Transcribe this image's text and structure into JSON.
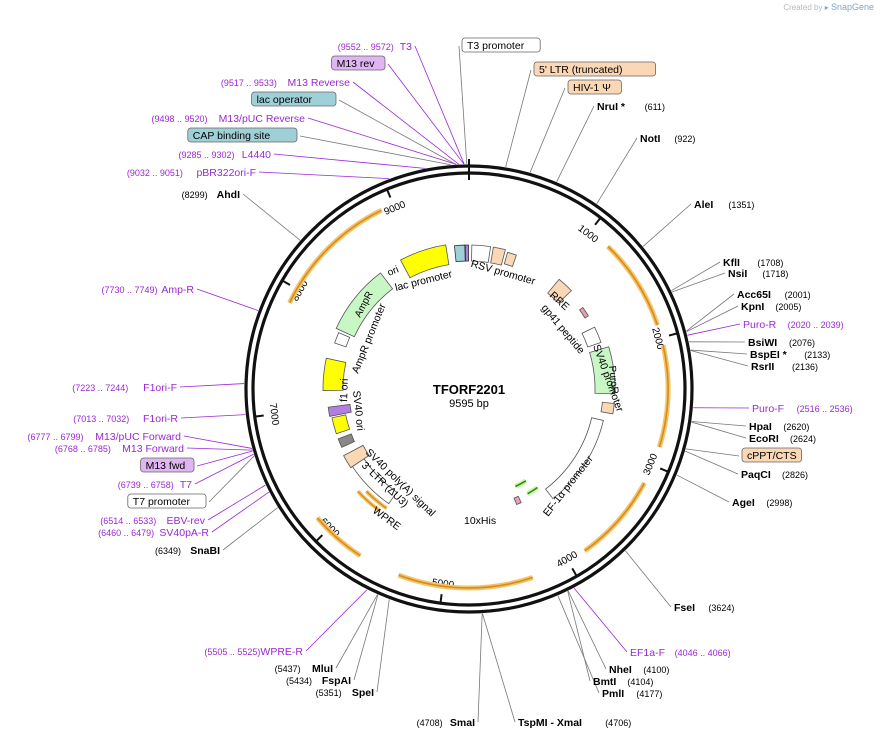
{
  "credit": {
    "prefix": "Created by",
    "brand": "SnapGene"
  },
  "plasmid": {
    "name": "TFORF2201",
    "length_label": "9595 bp",
    "length": 9595
  },
  "ticks": [
    "1000",
    "2000",
    "3000",
    "4000",
    "5000",
    "6000",
    "7000",
    "8000",
    "9000"
  ],
  "sites": [
    {
      "id": "t3",
      "label": "T3",
      "range": "(9552 .. 9572)",
      "pos": 9562,
      "color": "#9c27d4"
    },
    {
      "id": "m13rev",
      "label": "M13 rev",
      "pos": 9560,
      "color": "#9c27d4",
      "box": "#e0b6f2"
    },
    {
      "id": "m13reverse",
      "label": "M13 Reverse",
      "range": "(9517 .. 9533)",
      "pos": 9525,
      "color": "#9c27d4"
    },
    {
      "id": "lacop",
      "label": "lac operator",
      "pos": 9505,
      "color": "#000000",
      "box": "#9fd0d8"
    },
    {
      "id": "m13pucrev",
      "label": "M13/pUC Reverse",
      "range": "(9498 .. 9520)",
      "pos": 9509,
      "color": "#9c27d4"
    },
    {
      "id": "cap",
      "label": "CAP binding site",
      "pos": 9470,
      "color": "#000000",
      "box": "#9fd0d8"
    },
    {
      "id": "l4440",
      "label": "L4440",
      "range": "(9285 .. 9302)",
      "pos": 9293,
      "color": "#9c27d4"
    },
    {
      "id": "pbr322",
      "label": "pBR322ori-F",
      "range": "(9032 .. 9051)",
      "pos": 9041,
      "color": "#9c27d4"
    },
    {
      "id": "ahdi",
      "label": "AhdI",
      "range": "(8299)",
      "pos": 8299,
      "color": "#000000"
    },
    {
      "id": "ampr",
      "label": "Amp-R",
      "range": "(7730 .. 7749)",
      "pos": 7740,
      "color": "#9c27d4"
    },
    {
      "id": "f1orif",
      "label": "F1ori-F",
      "range": "(7223 .. 7244)",
      "pos": 7233,
      "color": "#9c27d4"
    },
    {
      "id": "f1orir",
      "label": "F1ori-R",
      "range": "(7013 .. 7032)",
      "pos": 7022,
      "color": "#9c27d4"
    },
    {
      "id": "m13pucfwd",
      "label": "M13/pUC Forward",
      "range": "(6777 .. 6799)",
      "pos": 6788,
      "color": "#9c27d4"
    },
    {
      "id": "m13forward",
      "label": "M13 Forward",
      "range": "(6768 .. 6785)",
      "pos": 6776,
      "color": "#9c27d4"
    },
    {
      "id": "m13fwd",
      "label": "M13 fwd",
      "pos": 6770,
      "color": "#9c27d4",
      "box": "#e0b6f2"
    },
    {
      "id": "t7",
      "label": "T7",
      "range": "(6739 .. 6758)",
      "pos": 6748,
      "color": "#9c27d4"
    },
    {
      "id": "t7prom",
      "label": "T7 promoter",
      "pos": 6735,
      "color": "#000000",
      "box": "#ffffff"
    },
    {
      "id": "ebvrev",
      "label": "EBV-rev",
      "range": "(6514 .. 6533)",
      "pos": 6523,
      "color": "#9c27d4"
    },
    {
      "id": "sv40par",
      "label": "SV40pA-R",
      "range": "(6460 .. 6479)",
      "pos": 6470,
      "color": "#9c27d4"
    },
    {
      "id": "snabi",
      "label": "SnaBI",
      "range": "(6349)",
      "pos": 6349,
      "color": "#000000"
    },
    {
      "id": "wprer",
      "label": "WPRE-R",
      "range": "(5505 .. 5525)",
      "pos": 5515,
      "color": "#9c27d4"
    },
    {
      "id": "mlui",
      "label": "MluI",
      "range": "(5437)",
      "pos": 5437,
      "color": "#000000"
    },
    {
      "id": "fspai",
      "label": "FspAI",
      "range": "(5434)",
      "pos": 5434,
      "color": "#000000"
    },
    {
      "id": "spei",
      "label": "SpeI",
      "range": "(5351)",
      "pos": 5351,
      "color": "#000000"
    },
    {
      "id": "smai",
      "label": "SmaI",
      "range": "(4708)",
      "pos": 4708,
      "color": "#000000"
    },
    {
      "id": "tspmi",
      "label": "TspMI - XmaI",
      "range": "(4706)",
      "pos": 4706,
      "color": "#000000"
    },
    {
      "id": "pmli",
      "label": "PmlI",
      "range": "(4177)",
      "pos": 4177,
      "color": "#000000"
    },
    {
      "id": "bmti",
      "label": "BmtI",
      "range": "(4104)",
      "pos": 4104,
      "color": "#000000"
    },
    {
      "id": "nhei",
      "label": "NheI",
      "range": "(4100)",
      "pos": 4100,
      "color": "#000000"
    },
    {
      "id": "ef1af",
      "label": "EF1a-F",
      "range": "(4046 .. 4066)",
      "pos": 4056,
      "color": "#9c27d4"
    },
    {
      "id": "fsei",
      "label": "FseI",
      "range": "(3624)",
      "pos": 3624,
      "color": "#000000"
    },
    {
      "id": "agei",
      "label": "AgeI",
      "range": "(2998)",
      "pos": 2998,
      "color": "#000000"
    },
    {
      "id": "paqci",
      "label": "PaqCI",
      "range": "(2826)",
      "pos": 2826,
      "color": "#000000"
    },
    {
      "id": "cppt",
      "label": "cPPT/CTS",
      "pos": 2810,
      "color": "#000000",
      "box": "#fad7b5"
    },
    {
      "id": "ecori",
      "label": "EcoRI",
      "range": "(2624)",
      "pos": 2624,
      "color": "#000000"
    },
    {
      "id": "hpai",
      "label": "HpaI",
      "range": "(2620)",
      "pos": 2620,
      "color": "#000000"
    },
    {
      "id": "purof",
      "label": "Puro-F",
      "range": "(2516 .. 2536)",
      "pos": 2526,
      "color": "#9c27d4"
    },
    {
      "id": "rsrii",
      "label": "RsrII",
      "range": "(2136)",
      "pos": 2136,
      "color": "#000000"
    },
    {
      "id": "bspei",
      "label": "BspEI *",
      "range": "(2133)",
      "pos": 2133,
      "color": "#000000"
    },
    {
      "id": "bsiwi",
      "label": "BsiWI",
      "range": "(2076)",
      "pos": 2076,
      "color": "#000000"
    },
    {
      "id": "puror",
      "label": "Puro-R",
      "range": "(2020 .. 2039)",
      "pos": 2030,
      "color": "#9c27d4"
    },
    {
      "id": "kpni",
      "label": "KpnI",
      "range": "(2005)",
      "pos": 2005,
      "color": "#000000"
    },
    {
      "id": "acc65i",
      "label": "Acc65I",
      "range": "(2001)",
      "pos": 2001,
      "color": "#000000"
    },
    {
      "id": "nsii",
      "label": "NsiI",
      "range": "(1718)",
      "pos": 1718,
      "color": "#000000"
    },
    {
      "id": "kfli",
      "label": "KflI",
      "range": "(1708)",
      "pos": 1708,
      "color": "#000000"
    },
    {
      "id": "alei",
      "label": "AleI",
      "range": "(1351)",
      "pos": 1351,
      "color": "#000000"
    },
    {
      "id": "noti",
      "label": "NotI",
      "range": "(922)",
      "pos": 922,
      "color": "#000000"
    },
    {
      "id": "nrui",
      "label": "NruI *",
      "range": "(611)",
      "pos": 611,
      "color": "#000000"
    },
    {
      "id": "hiv",
      "label": "HIV-1 Ψ",
      "pos": 420,
      "color": "#000000",
      "box": "#fad7b5"
    },
    {
      "id": "ltr5",
      "label": "5' LTR (truncated)",
      "pos": 250,
      "color": "#000000",
      "box": "#fad7b5"
    },
    {
      "id": "t3prom",
      "label": "T3 promoter",
      "pos": 9580,
      "color": "#000000",
      "box": "#ffffff"
    }
  ],
  "features": [
    {
      "id": "rsv",
      "label": "RSV promoter"
    },
    {
      "id": "lacprom",
      "label": "lac promoter"
    },
    {
      "id": "ori",
      "label": "ori"
    },
    {
      "id": "ampr",
      "label": "AmpR"
    },
    {
      "id": "amprprom",
      "label": "AmpR promoter"
    },
    {
      "id": "f1ori",
      "label": "f1 ori"
    },
    {
      "id": "sv40ori",
      "label": "SV40 ori"
    },
    {
      "id": "sv40pa",
      "label": "SV40 poly(A) signal"
    },
    {
      "id": "ltr3",
      "label": "3' LTR (ΔU3)"
    },
    {
      "id": "wpre",
      "label": "WPRE"
    },
    {
      "id": "his",
      "label": "10xHis"
    },
    {
      "id": "ef1a",
      "label": "EF-1α promoter"
    },
    {
      "id": "puro",
      "label": "PuroR"
    },
    {
      "id": "sv40prom",
      "label": "SV40 promoter"
    },
    {
      "id": "rre",
      "label": "RRE"
    },
    {
      "id": "gp41",
      "label": "gp41 peptide"
    }
  ],
  "colors": {
    "primer": "#9c27d4",
    "orange_arc": "#d48c1c",
    "green_arrow": "#2e8b10",
    "ori_fill": "#ffff00",
    "ampr_fill": "#c8f7c5",
    "ltr_fill": "#fad7b5",
    "operator_fill": "#9fd0d8"
  }
}
